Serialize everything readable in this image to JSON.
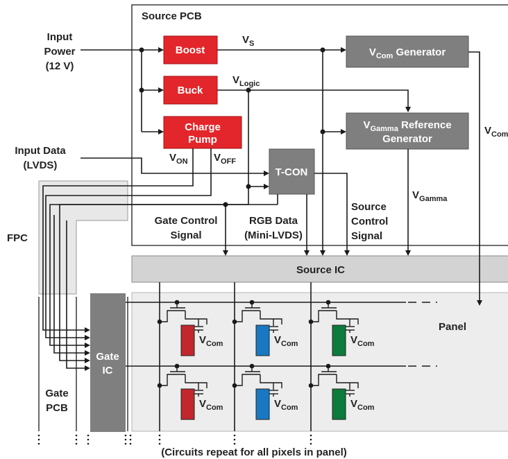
{
  "diagram": {
    "regions": {
      "source_pcb": "Source PCB",
      "fpc": "FPC",
      "gate_pcb": [
        "Gate",
        "PCB"
      ],
      "panel": "Panel"
    },
    "inputs": {
      "power": [
        "Input",
        "Power",
        "(12 V)"
      ],
      "data": [
        "Input Data",
        "(LVDS)"
      ]
    },
    "blocks": {
      "boost": "Boost",
      "buck": "Buck",
      "charge_pump": [
        "Charge",
        "Pump"
      ],
      "vcom_generator": {
        "main": "V",
        "sub": "Com",
        "rest": " Generator"
      },
      "vgamma_reference": {
        "main": "V",
        "sub": "Gamma",
        "rest": " Reference",
        "line2": "Generator"
      },
      "tcon": "T-CON",
      "source_ic": "Source IC",
      "gate_ic": [
        "Gate",
        "IC"
      ]
    },
    "signals": {
      "vs": {
        "main": "V",
        "sub": "S"
      },
      "vlogic": {
        "main": "V",
        "sub": "Logic"
      },
      "von": {
        "main": "V",
        "sub": "ON"
      },
      "voff": {
        "main": "V",
        "sub": "OFF"
      },
      "vgamma": {
        "main": "V",
        "sub": "Gamma"
      },
      "vcom_out": {
        "main": "V",
        "sub": "Com"
      },
      "gate_control": [
        "Gate Control",
        "Signal"
      ],
      "rgb_data": [
        "RGB Data",
        "(Mini-LVDS)"
      ],
      "source_control": [
        "Source",
        "Control",
        "Signal"
      ]
    },
    "pixel_vcom": {
      "main": "V",
      "sub": "Com"
    },
    "footnote": "(Circuits repeat for all pixels in panel)"
  },
  "colors": {
    "red_block": "#e3262b",
    "gray_block": "#7f7f7f",
    "source_ic_fill": "#d3d3d3",
    "panel_fill": "#ededed",
    "fpc_fill": "#e8e8e8",
    "pixel_red": "#c1272d",
    "pixel_blue": "#1a78c2",
    "pixel_green": "#0c7a3c"
  }
}
